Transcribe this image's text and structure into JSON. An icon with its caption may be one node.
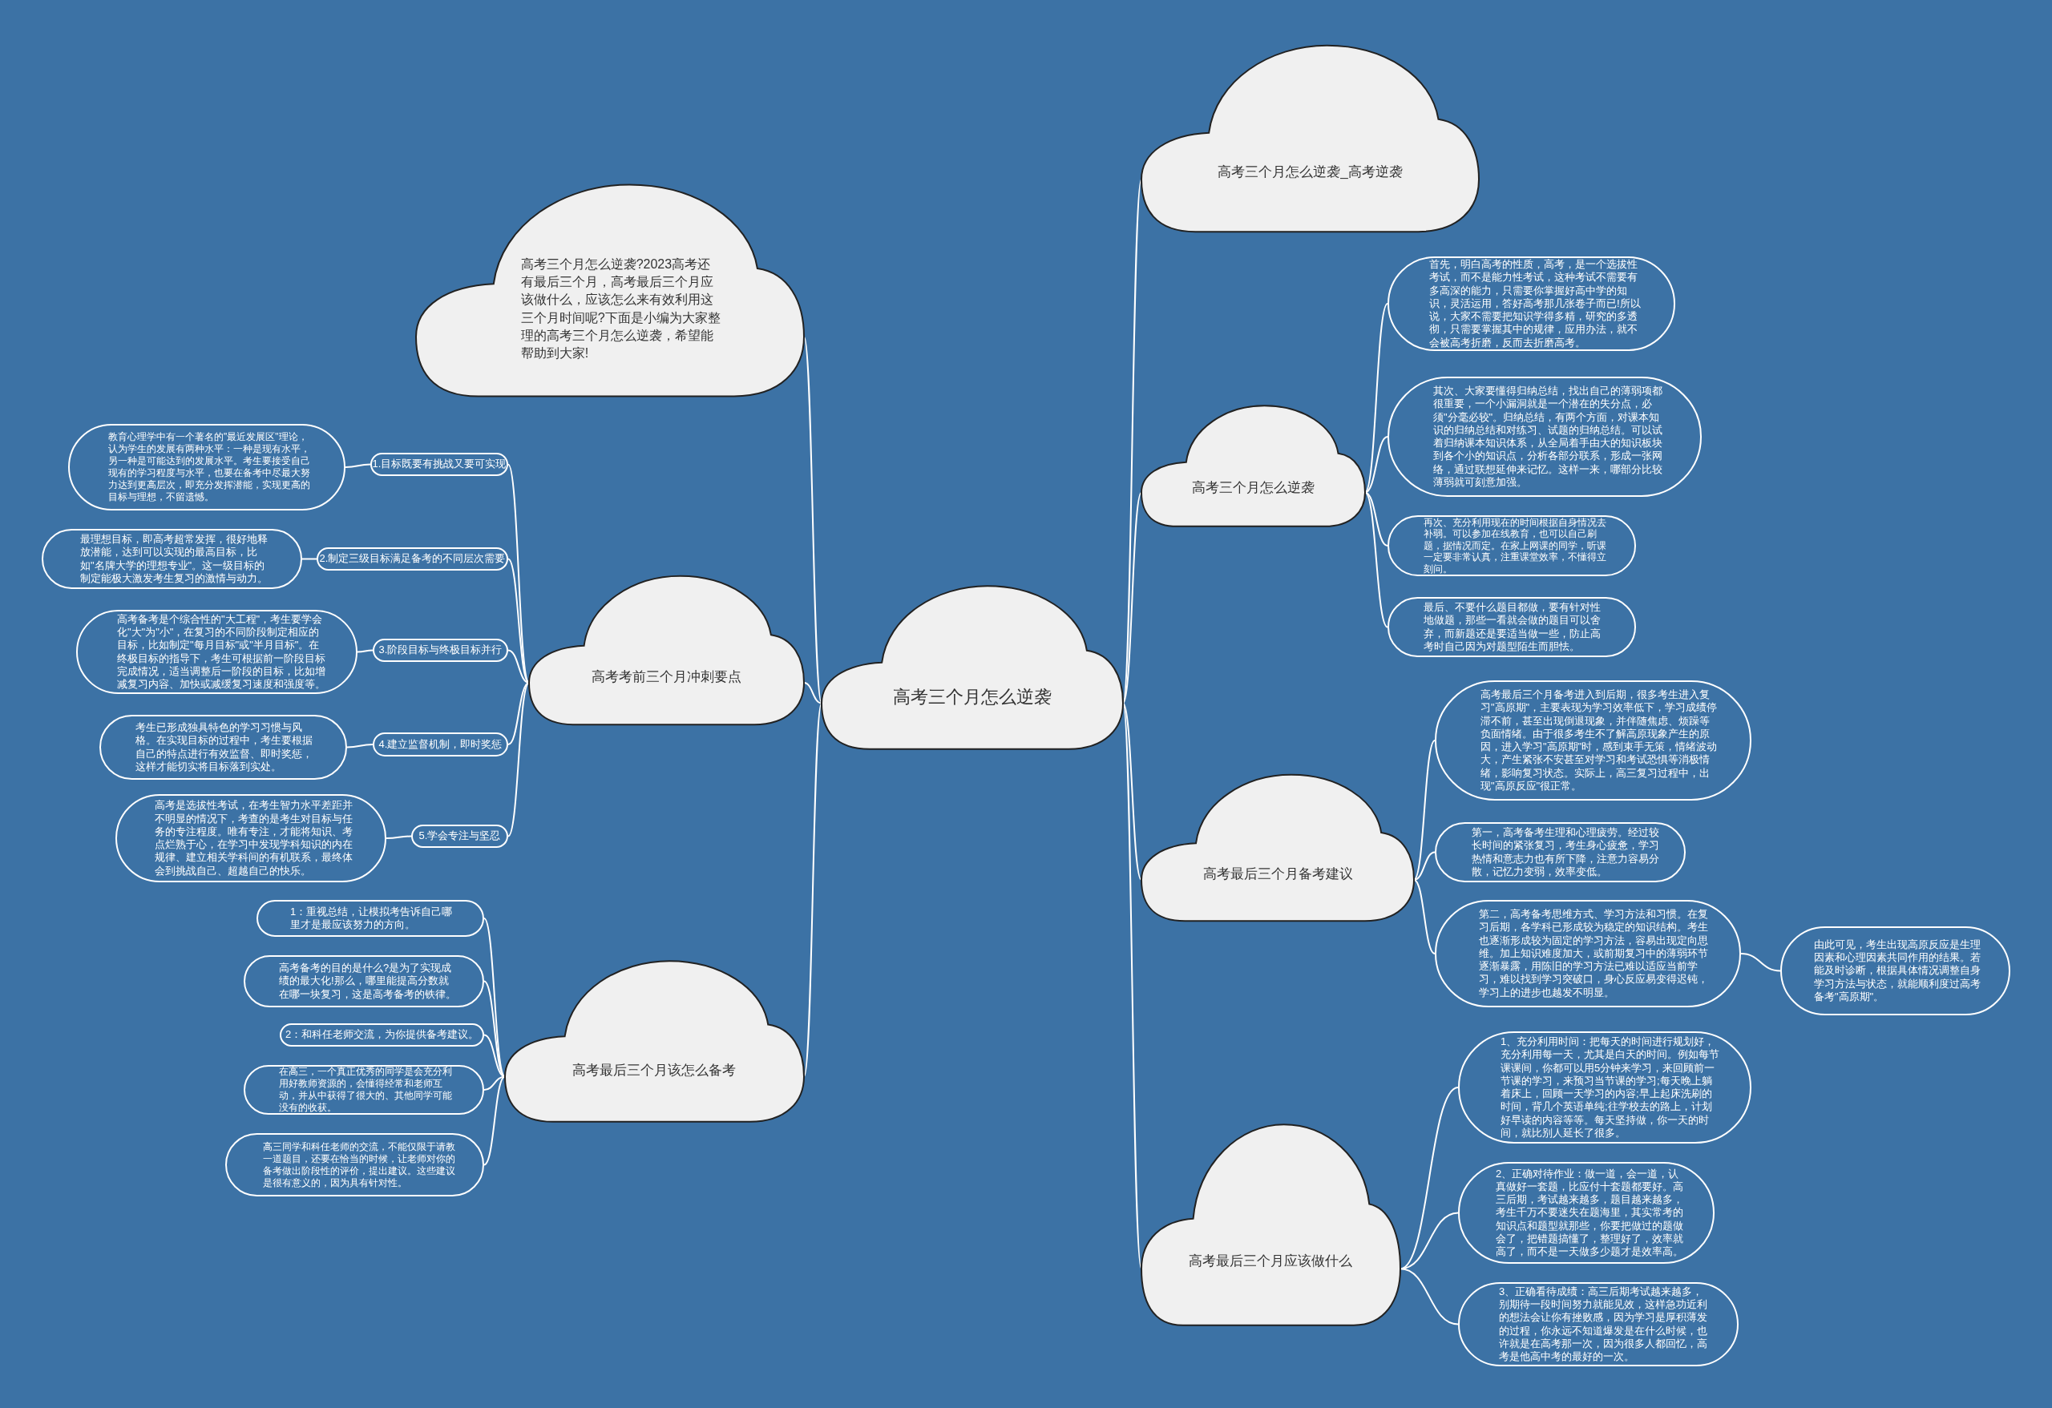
{
  "diagram": {
    "nodes": [
      {
        "text": [
          "高考三个月怎么逆袭"
        ]
      },
      {
        "text": [
          "高考三个月怎么逆袭?2023高考还有最后三个月，高考最后三个月应该做什么，应该怎么来有效利用这三个月时间呢?下面是小编为大家整理的高考三个月怎么逆袭，希望能帮助到大家!"
        ]
      },
      {
        "text": [
          "高考考前三个月冲刺要点"
        ]
      },
      {
        "text": [
          "1.目标既要有挑战又要可实现"
        ]
      },
      {
        "text": [
          "教育心理学中有一个著名的\"最近发展区\"理论，认为学生的发展有两种水平：一种是现有水平，另一种是可能达到的发展水平。考生要接受自己现有的学习程度与水平，也要在备考中尽最大努力达到更高层次，即充分发挥潜能，实现更高的目标与理想，不留遗憾。"
        ]
      },
      {
        "text": [
          "2.制定三级目标满足备考的不同层次需要"
        ]
      },
      {
        "text": [
          "最理想目标，即高考超常发挥，很好地释放潜能，达到可以实现的最高目标，比如\"名牌大学的理想专业\"。这一级目标的制定能极大激发考生复习的激情与动力。"
        ]
      },
      {
        "text": [
          "3.阶段目标与终极目标并行"
        ]
      },
      {
        "text": [
          "高考备考是个综合性的\"大工程\"，考生要学会化\"大\"为\"小\"，在复习的不同阶段制定相应的目标，比如制定\"每月目标\"或\"半月目标\"。在终极目标的指导下，考生可根据前一阶段目标完成情况，适当调整后一阶段的目标，比如增减复习内容、加快或减缓复习速度和强度等。"
        ]
      },
      {
        "text": [
          "4.建立监督机制，即时奖惩"
        ]
      },
      {
        "text": [
          "考生已形成独具特色的学习习惯与风格。在实现目标的过程中，考生要根据自己的特点进行有效监督、即时奖惩，这样才能切实将目标落到实处。"
        ]
      },
      {
        "text": [
          "5.学会专注与坚忍"
        ]
      },
      {
        "text": [
          "高考是选拔性考试，在考生智力水平差距并不明显的情况下，考查的是考生对目标与任务的专注程度。唯有专注，才能将知识、考点烂熟于心，在学习中发现学科知识的内在规律、建立相关学科间的有机联系，最终体会到挑战自己、超越自己的快乐。"
        ]
      },
      {
        "text": [
          "高考最后三个月该怎么备考"
        ]
      },
      {
        "text": [
          "1：重视总结，让模拟考告诉自己哪里才是最应该努力的方向。"
        ]
      },
      {
        "text": [
          "高考备考的目的是什么?是为了实现成绩的最大化!那么，哪里能提高分数就在哪一块复习，这是高考备考的铁律。"
        ]
      },
      {
        "text": [
          "2：和科任老师交流，为你提供备考建议。"
        ]
      },
      {
        "text": [
          "在高三，一个真正优秀的同学是会充分利用好教师资源的，会懂得经常和老师互动，并从中获得了很大的、其他同学可能没有的收获。"
        ]
      },
      {
        "text": [
          "高三同学和科任老师的交流，不能仅限于请教一道题目，还要在恰当的时候，让老师对你的备考做出阶段性的评价，提出建议。这些建议是很有意义的，因为具有针对性。"
        ]
      },
      {
        "text": [
          "高考三个月怎么逆袭_高考逆袭"
        ]
      },
      {
        "text": [
          "高考三个月怎么逆袭"
        ]
      },
      {
        "text": [
          "首先，明白高考的性质，高考，是一个选拔性考试，而不是能力性考试，这种考试不需要有多高深的能力，只需要你掌握好高中学的知识，灵活运用，答好高考那几张卷子而已!所以说，大家不需要把知识学得多精，研究的多透彻，只需要掌握其中的规律，应用办法，就不会被高考折磨，反而去折磨高考。"
        ]
      },
      {
        "text": [
          "其次、大家要懂得归纳总结，找出自己的薄弱项都很重要，一个小漏洞就是一个潜在的失分点，必须\"分毫必较\"。归纳总结，有两个方面，对课本知识的归纳总结和对练习、试题的归纳总结。可以试着归纳课本知识体系，从全局着手由大的知识板块到各个小的知识点，分析各部分联系，形成一张网络，通过联想延伸来记忆。这样一来，哪部分比较薄弱就可刻意加强。"
        ]
      },
      {
        "text": [
          "再次、充分利用现在的时间根据自身情况去补弱。可以参加在线教育，也可以自己刷题，据情况而定。在家上网课的同学，听课一定要非常认真，注重课堂效率，不懂得立刻问。"
        ]
      },
      {
        "text": [
          "最后、不要什么题目都做，要有针对性地做题，那些一看就会做的题目可以舍弃，而新题还是要适当做一些，防止高考时自己因为对题型陌生而胆怯。"
        ]
      },
      {
        "text": [
          "高考最后三个月备考建议"
        ]
      },
      {
        "text": [
          "高考最后三个月备考进入到后期，很多考生进入复习\"高原期\"，主要表现为学习效率低下，学习成绩停滞不前，甚至出现倒退现象，并伴随焦虑、烦躁等负面情绪。由于很多考生不了解高原现象产生的原因，进入学习\"高原期\"时，感到束手无策，情绪波动大，产生紧张不安甚至对学习和考试恐惧等消极情绪，影响复习状态。实际上，高三复习过程中，出现\"高原反应\"很正常。"
        ]
      },
      {
        "text": [
          "第一，高考备考生理和心理疲劳。经过较长时间的紧张复习，考生身心疲惫，学习热情和意志力也有所下降，注意力容易分散，记忆力变弱，效率变低。"
        ]
      },
      {
        "text": [
          "第二，高考备考思维方式、学习方法和习惯。在复习后期，各学科已形成较为稳定的知识结构。考生也逐渐形成较为固定的学习方法，容易出现定向思维。加上知识难度加大，或前期复习中的薄弱环节逐渐暴露，用陈旧的学习方法已难以适应当前学习，难以找到学习突破口，身心反应易变得迟钝，学习上的进步也越发不明显。"
        ]
      },
      {
        "text": [
          "由此可见，考生出现高原反应是生理因素和心理因素共同作用的结果。若能及时诊断，根据具体情况调整自身学习方法与状态，就能顺利度过高考备考\"高原期\"。"
        ]
      },
      {
        "text": [
          "高考最后三个月应该做什么"
        ]
      },
      {
        "text": [
          "1、充分利用时间：把每天的时间进行规划好，充分利用每一天，尤其是白天的时间。例如每节课课间，你都可以用5分钟来学习，来回顾前一节课的学习，来预习当节课的学习;每天晚上躺着床上，回顾一天学习的内容;早上起床洗刷的时间，背几个英语单纯;往学校去的路上，计划好早读的内容等等。每天坚持做，你一天的时间，就比别人延长了很多。"
        ]
      },
      {
        "text": [
          "2、正确对待作业：做一道，会一道，认真做好一套题，比应付十套题都要好。高三后期，考试越来越多，题目越来越多，考生千万不要迷失在题海里，其实常考的知识点和题型就那些，你要把做过的题做会了，把错题搞懂了，整理好了，效率就高了，而不是一天做多少题才是效率高。"
        ]
      },
      {
        "text": [
          "3、正确看待成绩：高三后期考试越来越多，别期待一段时间努力就能见效，这样急功近利的想法会让你有挫败感，因为学习是厚积薄发的过程，你永远不知道爆发是在什么时候，也许就是在高考那一次，因为很多人都回忆，高考是他高中考的最好的一次。"
        ]
      }
    ],
    "edges": [
      {
        "from": 0,
        "to": 1,
        "arrow": "none"
      },
      {
        "from": 0,
        "to": 2,
        "arrow": "none"
      },
      {
        "from": 2,
        "to": 3,
        "arrow": "none"
      },
      {
        "from": 3,
        "to": 4,
        "arrow": "none"
      },
      {
        "from": 2,
        "to": 5,
        "arrow": "none"
      },
      {
        "from": 5,
        "to": 6,
        "arrow": "none"
      },
      {
        "from": 2,
        "to": 7,
        "arrow": "none"
      },
      {
        "from": 7,
        "to": 8,
        "arrow": "none"
      },
      {
        "from": 2,
        "to": 9,
        "arrow": "none"
      },
      {
        "from": 9,
        "to": 10,
        "arrow": "none"
      },
      {
        "from": 2,
        "to": 11,
        "arrow": "none"
      },
      {
        "from": 11,
        "to": 12,
        "arrow": "none"
      },
      {
        "from": 0,
        "to": 13,
        "arrow": "none"
      },
      {
        "from": 13,
        "to": 14,
        "arrow": "none"
      },
      {
        "from": 13,
        "to": 15,
        "arrow": "none"
      },
      {
        "from": 13,
        "to": 16,
        "arrow": "none"
      },
      {
        "from": 13,
        "to": 17,
        "arrow": "none"
      },
      {
        "from": 13,
        "to": 18,
        "arrow": "none"
      },
      {
        "from": 0,
        "to": 19,
        "arrow": "none"
      },
      {
        "from": 0,
        "to": 20,
        "arrow": "none"
      },
      {
        "from": 20,
        "to": 21,
        "arrow": "none"
      },
      {
        "from": 20,
        "to": 22,
        "arrow": "none"
      },
      {
        "from": 20,
        "to": 23,
        "arrow": "none"
      },
      {
        "from": 20,
        "to": 24,
        "arrow": "none"
      },
      {
        "from": 0,
        "to": 25,
        "arrow": "none"
      },
      {
        "from": 25,
        "to": 26,
        "arrow": "none"
      },
      {
        "from": 25,
        "to": 27,
        "arrow": "none"
      },
      {
        "from": 25,
        "to": 28,
        "arrow": "none"
      },
      {
        "from": 28,
        "to": 29,
        "arrow": "none"
      },
      {
        "from": 0,
        "to": 30,
        "arrow": "none"
      },
      {
        "from": 30,
        "to": 31,
        "arrow": "none"
      },
      {
        "from": 30,
        "to": 32,
        "arrow": "none"
      },
      {
        "from": 30,
        "to": 33,
        "arrow": "none"
      }
    ]
  }
}
